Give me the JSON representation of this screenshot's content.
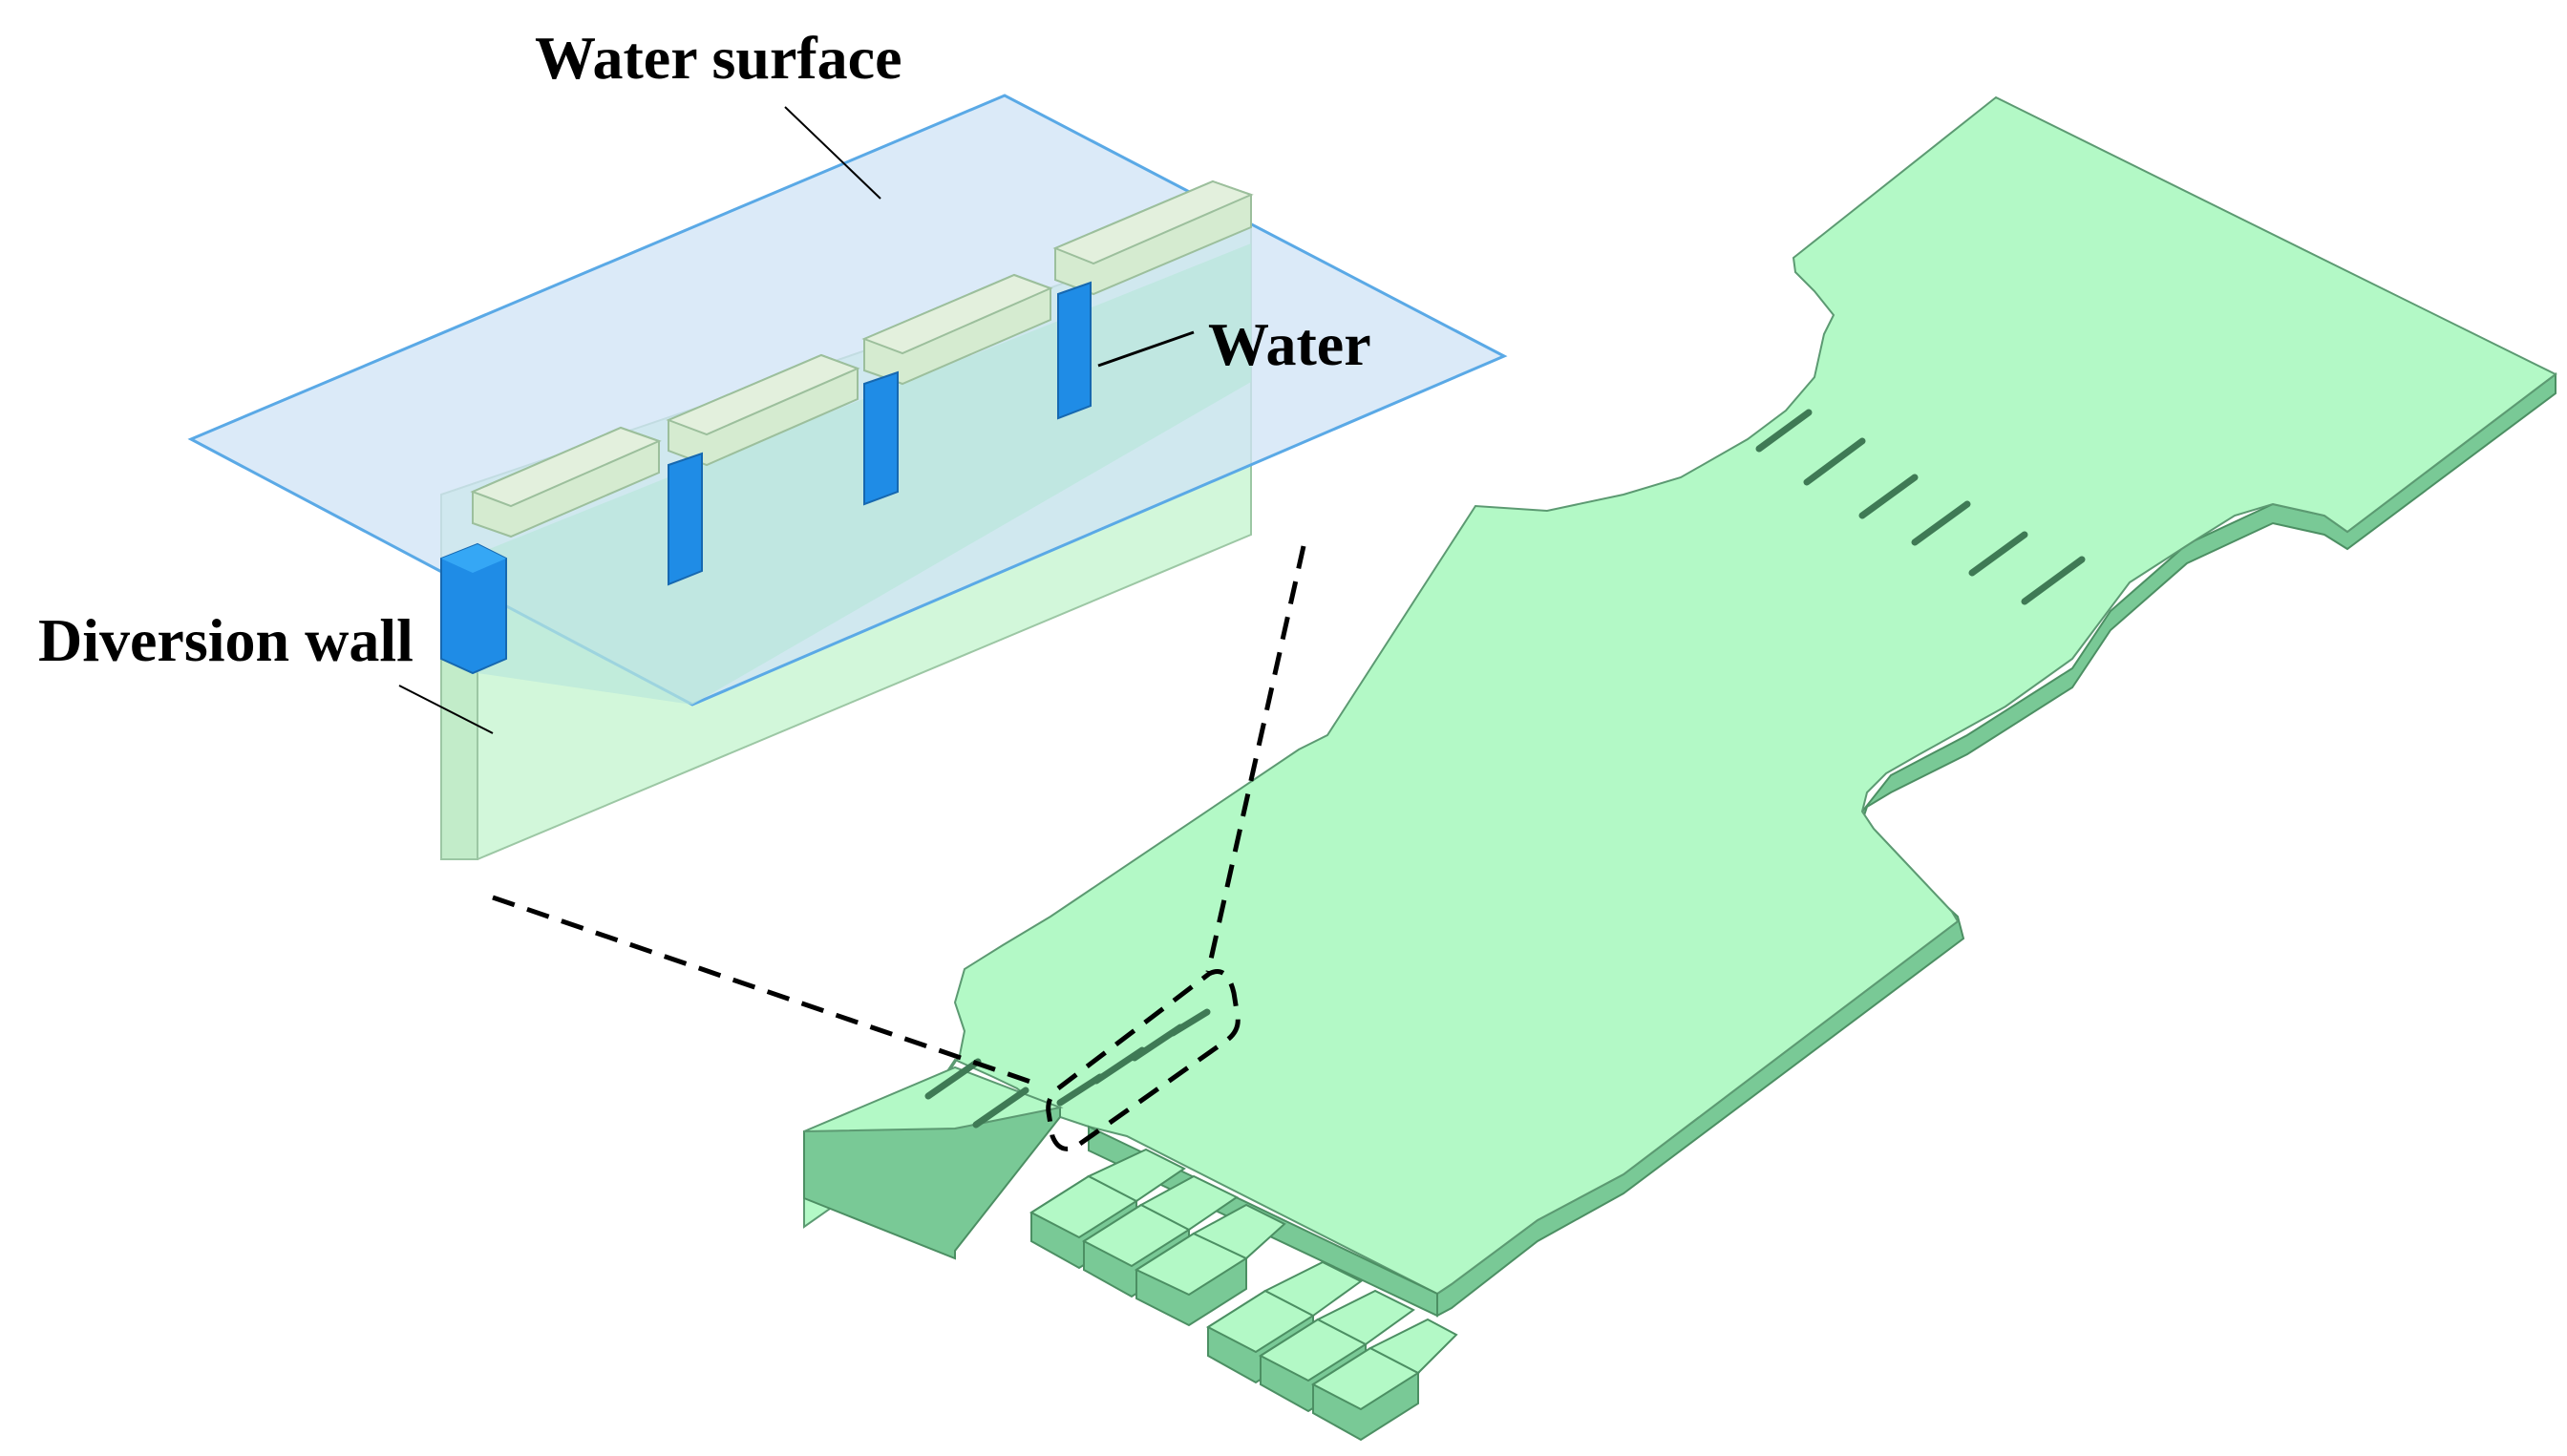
{
  "labels": {
    "water_surface": "Water surface",
    "water": "Water",
    "diversion_wall": "Diversion wall"
  },
  "colors": {
    "platform_top": "#b3f9c6",
    "platform_side": "#79c996",
    "platform_side_dark": "#5fae7c",
    "wall_face": "#d2f7da",
    "wall_top": "#e3f0dd",
    "water_surface_fill": "#cfe3f5",
    "water_surface_stroke": "#5aa9e6",
    "water_column": "#1f8ce6",
    "water_column_light": "#35a7f5",
    "line": "#000000"
  }
}
